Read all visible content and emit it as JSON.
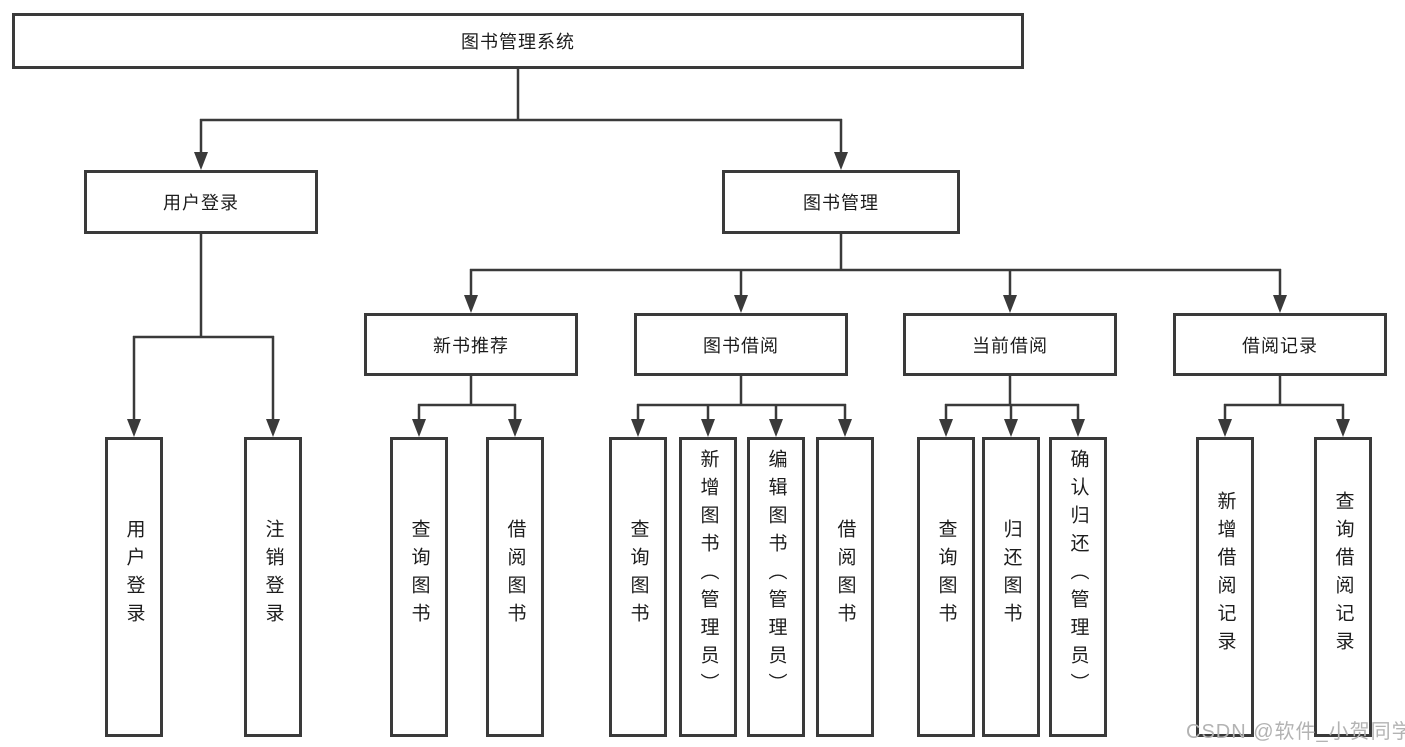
{
  "colors": {
    "line": "#3a3a3a",
    "box_border": "#3a3a3a",
    "text": "#1c1c1c",
    "watermark": "#b3b3b3",
    "background": "#ffffff"
  },
  "watermark": {
    "text": "CSDN @软件_小贺同学"
  },
  "tree": {
    "root": "图书管理系统",
    "branches": [
      {
        "label": "用户登录",
        "children": [
          "用户登录",
          "注销登录"
        ]
      },
      {
        "label": "图书管理",
        "groups": [
          {
            "label": "新书推荐",
            "children": [
              "查询图书",
              "借阅图书"
            ]
          },
          {
            "label": "图书借阅",
            "children": [
              "查询图书",
              "新增图书（管理员）",
              "编辑图书（管理员）",
              "借阅图书"
            ]
          },
          {
            "label": "当前借阅",
            "children": [
              "查询图书",
              "归还图书",
              "确认归还（管理员）"
            ]
          },
          {
            "label": "借阅记录",
            "children": [
              "新增借阅记录",
              "查询借阅记录"
            ]
          }
        ]
      }
    ]
  }
}
